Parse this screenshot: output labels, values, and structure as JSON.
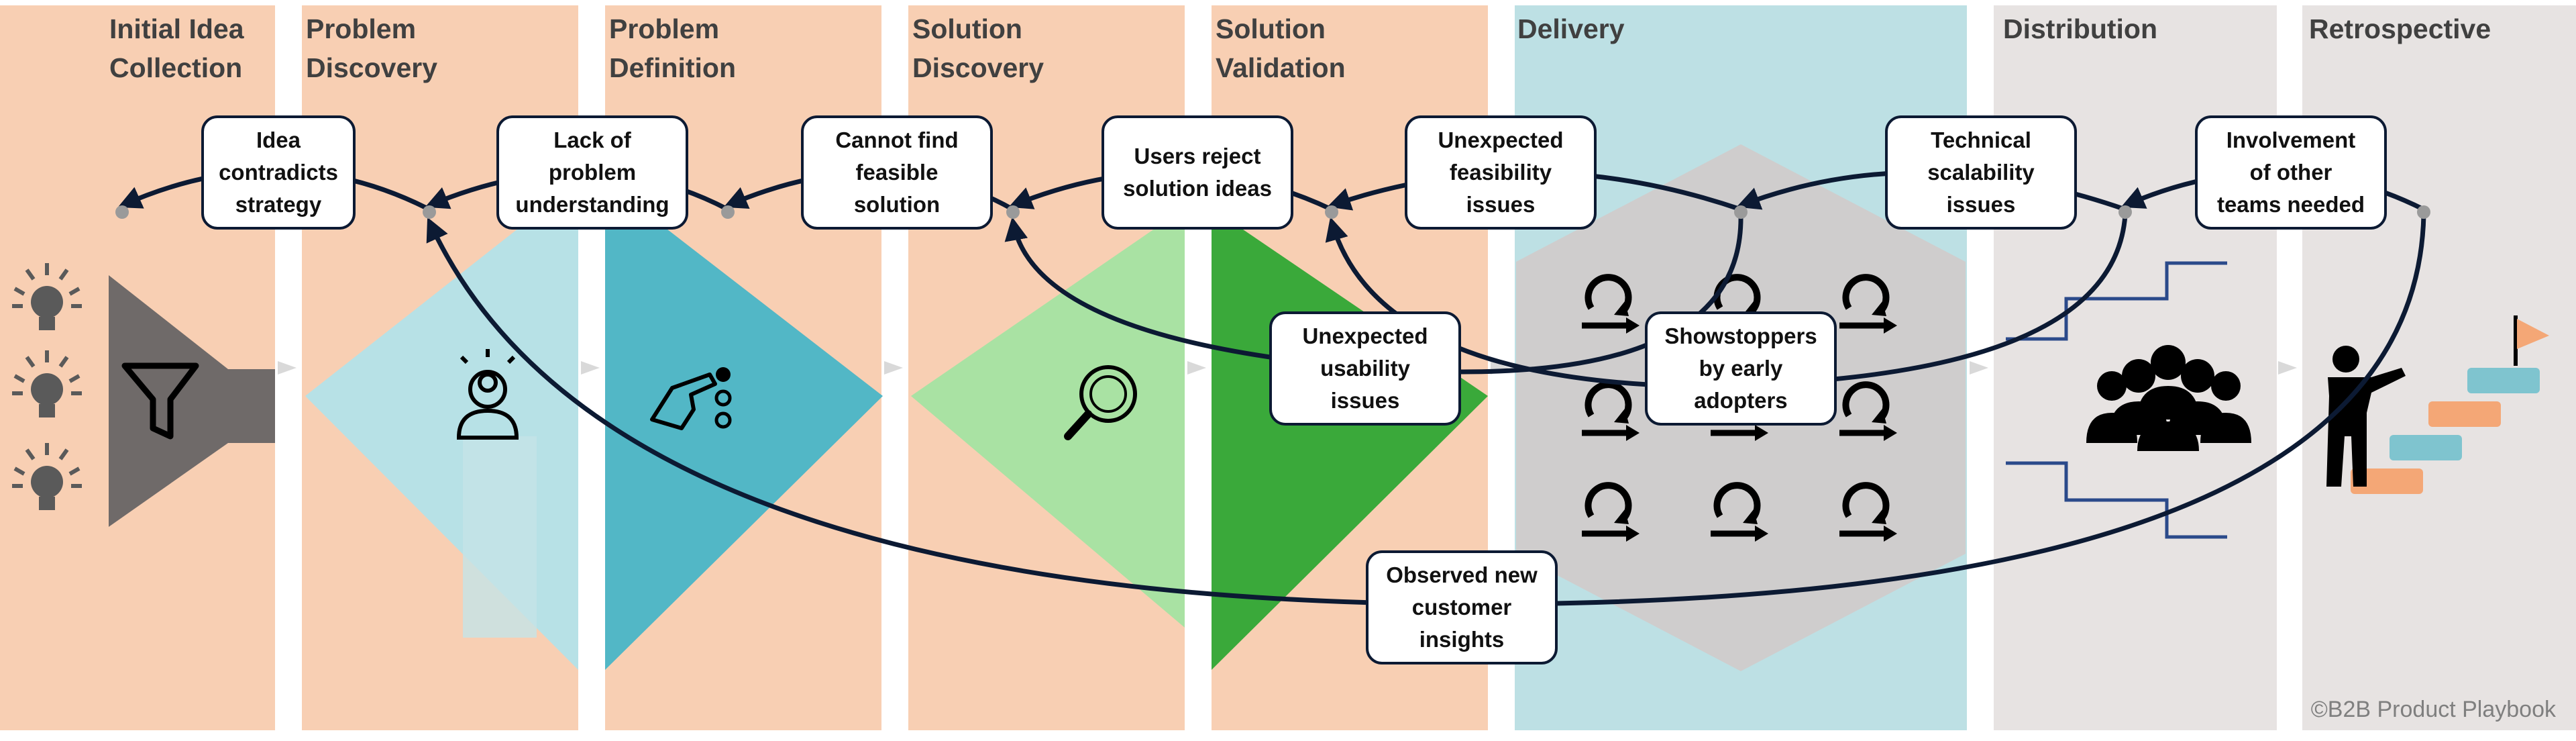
{
  "phases": [
    {
      "id": "idea",
      "title": "Initial Idea\nCollection",
      "color": "#f8cfb3"
    },
    {
      "id": "problem-discovery",
      "title": "Problem\nDiscovery",
      "color": "#f8cfb3"
    },
    {
      "id": "problem-definition",
      "title": "Problem\nDefinition",
      "color": "#f8cfb3"
    },
    {
      "id": "solution-discovery",
      "title": "Solution\nDiscovery",
      "color": "#f8cfb3"
    },
    {
      "id": "solution-validation",
      "title": "Solution\nValidation",
      "color": "#f8cfb3"
    },
    {
      "id": "delivery",
      "title": "Delivery",
      "color": "#bde0e4"
    },
    {
      "id": "distribution",
      "title": "Distribution",
      "color": "#e7e3e2"
    },
    {
      "id": "retrospective",
      "title": "Retrospective",
      "color": "#e7e3e2"
    }
  ],
  "loop_labels": {
    "idea_contradicts": "Idea\ncontradicts\nstrategy",
    "lack_of_problem": "Lack of\nproblem\nunderstanding",
    "cannot_find": "Cannot find\nfeasible\nsolution",
    "users_reject": "Users reject\nsolution ideas",
    "unexpected_feasibility": "Unexpected\nfeasibility\nissues",
    "technical_scalability": "Technical\nscalability\nissues",
    "involvement_teams": "Involvement\nof other\nteams needed",
    "unexpected_usability": "Unexpected\nusability\nissues",
    "showstoppers": "Showstoppers\nby early\nadopters",
    "observed_insights": "Observed new\ncustomer\ninsights"
  },
  "icons": {
    "idea_collection": "lightbulb-icon",
    "funnel": "funnel-icon",
    "problem_discovery": "person-idea-icon",
    "problem_definition": "pointing-hand-icon",
    "solution_discovery": "magnifier-icon",
    "delivery": "iteration-cycle-icon",
    "distribution": "group-people-icon",
    "retrospective": "stairs-climber-flag-icon"
  },
  "colors": {
    "phase_orange": "#f8cfb3",
    "phase_blue": "#bde0e4",
    "phase_grey": "#e7e3e2",
    "diamond_light_blue": "#b7e1e6",
    "diamond_teal": "#52b7c6",
    "diamond_light_green": "#a9e2a3",
    "diamond_green": "#3aa93a",
    "hexagon_grey": "#cfcdcd",
    "funnel_grey": "#6f6a69",
    "arrow_navy": "#0c1a33"
  },
  "copyright": "©B2B Product Playbook"
}
